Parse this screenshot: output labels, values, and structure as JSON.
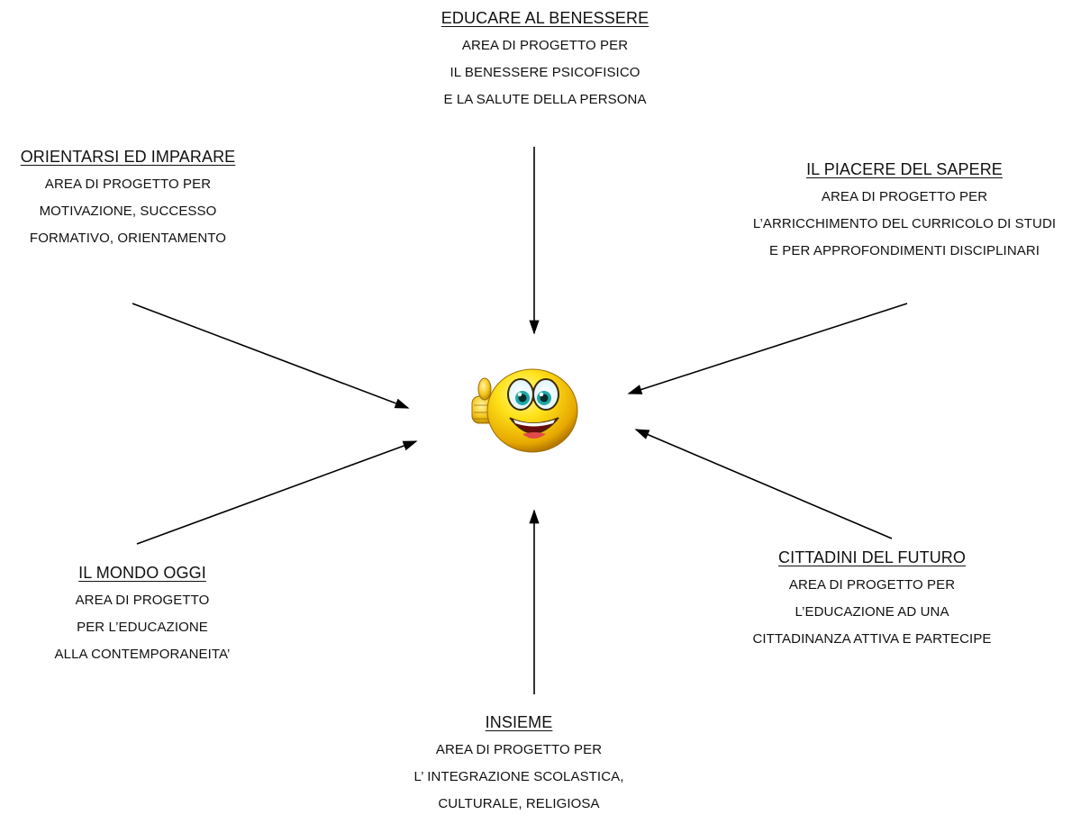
{
  "center": {
    "icon": "thumbs-up-smiley-icon"
  },
  "areas": {
    "educare": {
      "title": "EDUCARE AL BENESSERE",
      "lines": [
        "AREA DI PROGETTO PER",
        "IL BENESSERE PSICOFISICO",
        "E LA SALUTE DELLA PERSONA"
      ]
    },
    "orientarsi": {
      "title": "ORIENTARSI ED IMPARARE",
      "lines": [
        "AREA DI PROGETTO PER",
        "MOTIVAZIONE, SUCCESSO",
        "FORMATIVO, ORIENTAMENTO"
      ]
    },
    "piacere": {
      "title": "IL PIACERE DEL SAPERE",
      "lines": [
        "AREA DI PROGETTO PER",
        "L’ARRICCHIMENTO DEL CURRICOLO DI STUDI",
        "E PER APPROFONDIMENTI DISCIPLINARI"
      ]
    },
    "mondo": {
      "title": "IL MONDO OGGI",
      "lines": [
        "AREA DI PROGETTO",
        "PER L’EDUCAZIONE",
        "ALLA CONTEMPORANEITA’"
      ]
    },
    "cittadini": {
      "title": "CITTADINI DEL FUTURO",
      "lines": [
        "AREA DI PROGETTO PER",
        "L’EDUCAZIONE AD UNA",
        "CITTADINANZA ATTIVA E  PARTECIPE"
      ]
    },
    "insieme": {
      "title": "INSIEME",
      "lines": [
        "AREA DI PROGETTO PER",
        "L’ INTEGRAZIONE SCOLASTICA,",
        "CULTURALE, RELIGIOSA"
      ]
    }
  }
}
